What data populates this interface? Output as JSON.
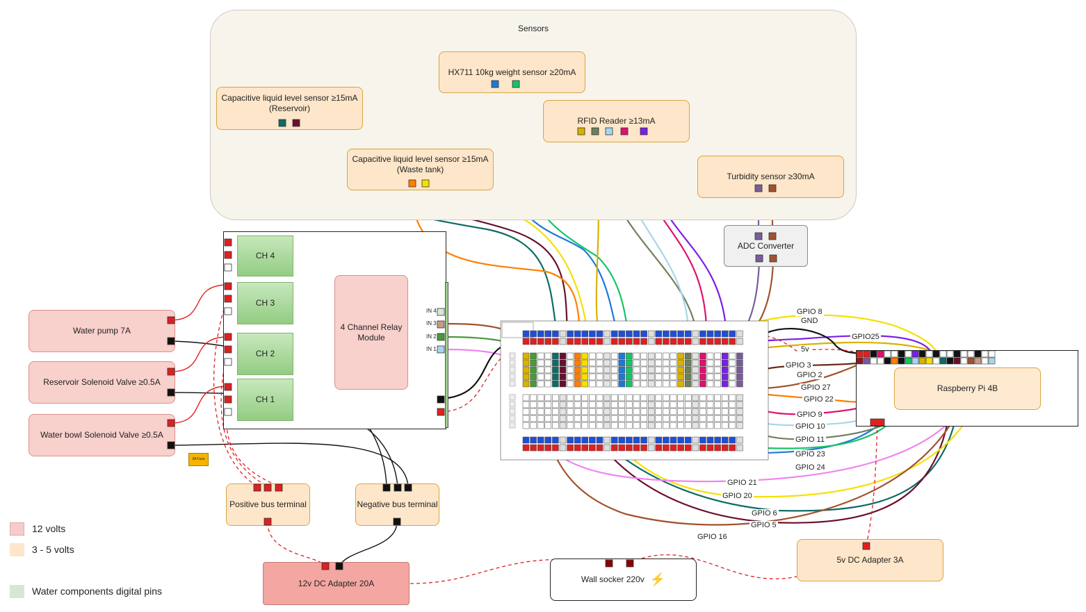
{
  "sensors_group": {
    "title": "Sensors"
  },
  "sensors": {
    "hx711": "HX711 10kg weight sensor ≥20mA",
    "cap_reservoir_l1": "Capacitive liquid level sensor ≥15mA",
    "cap_reservoir_l2": "(Reservoir)",
    "cap_waste_l1": "Capacitive liquid level sensor ≥15mA",
    "cap_waste_l2": "(Waste tank)",
    "rfid": "RFID Reader ≥13mA",
    "turbidity": "Turbidity sensor ≥30mA",
    "adc": "ADC Converter"
  },
  "relay": {
    "module_label": "4 Channel Relay Module",
    "channels": [
      "CH 4",
      "CH 3",
      "CH 2",
      "CH 1"
    ],
    "inputs": [
      "IN 4",
      "IN 3",
      "IN 2",
      "IN 1"
    ]
  },
  "actuators": {
    "pump": "Water pump 7A",
    "reservoir_valve": "Reservoir Solenoid Valve ≥0.5A",
    "bowl_valve": "Water bowl Solenoid Valve ≥0.5A"
  },
  "power": {
    "fuse": "3A Fuse",
    "positive_bus": "Positive bus terminal",
    "negative_bus": "Negative bus terminal",
    "adapter_12v": "12v DC Adapter 20A",
    "wall_socket": "Wall socker 220v",
    "adapter_5v": "5v DC Adapter 3A"
  },
  "pi": {
    "label": "Raspberry Pi 4B"
  },
  "gpio_labels": {
    "gpio8": "GPIO 8",
    "gnd": "GND",
    "gpio25": "GPIO25",
    "v5": "5v",
    "gpio3": "GPIO 3",
    "gpio2": "GPIO 2",
    "gpio27": "GPIO 27",
    "gpio22": "GPIO 22",
    "gpio9": "GPIO 9",
    "gpio10": "GPIO 10",
    "gpio11": "GPIO 11",
    "gpio23": "GPIO 23",
    "gpio24": "GPIO 24",
    "gpio21": "GPIO 21",
    "gpio20": "GPIO 20",
    "gpio6": "GPIO 6",
    "gpio5": "GPIO 5",
    "gpio16": "GPIO 16"
  },
  "legend": {
    "v12": {
      "label": "12 volts",
      "color": "#f4cccc"
    },
    "v35": {
      "label": "3 - 5 volts",
      "color": "#fde6c9"
    },
    "digital": {
      "label": "Water components digital pins",
      "color": "#d5e8d4"
    }
  },
  "wire_colors": {
    "teal": "#0e6b66",
    "maroon": "#6a0f2e",
    "orange": "#ff7f00",
    "yellow": "#f5e000",
    "blue": "#1e78d8",
    "green": "#15c466",
    "olive": "#c7a800",
    "gray_green": "#6f7f5a",
    "light_blue": "#a8d5ec",
    "magenta": "#e0106e",
    "purple": "#7b1fe8",
    "brown": "#a0522d",
    "violet": "#7a5c9a",
    "pink": "#f084f0",
    "dark": "#111111",
    "red_dash": "#e02020"
  }
}
